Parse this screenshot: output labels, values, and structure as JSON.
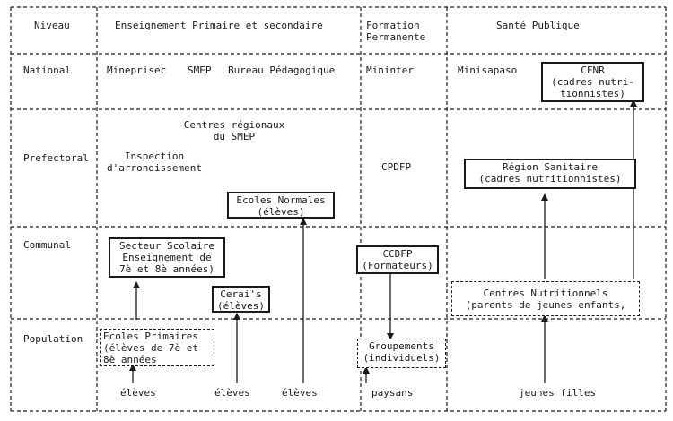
{
  "headers": {
    "niveau": "Niveau",
    "enseignement": "Enseignement Primaire et secondaire",
    "formation": "Formation\nPermanente",
    "sante": "Santé Publique"
  },
  "rows": {
    "national": "National",
    "prefectoral": "Prefectoral",
    "communal": "Communal",
    "population": "Population"
  },
  "national": {
    "minepri": "Mineprisec",
    "smep": "SMEP",
    "bureau": "Bureau Pédagogique",
    "mininter": "Mininter",
    "minisapaso": "Minisapaso",
    "cfnr": "CFNR\n(cadres nutri-\ntionnistes)"
  },
  "prefectoral": {
    "centres": "Centres régionaux\ndu SMEP",
    "inspection": "Inspection\nd'arrondissement",
    "cpdfp": "CPDFP",
    "ecoles_normales": "Ecoles Normales\n(élèves)",
    "region_sanitaire": "Région Sanitaire\n(cadres nutritionnistes)"
  },
  "communal": {
    "secteur": "Secteur Scolaire\nEnseignement de\n7è et 8è années)",
    "cerais": "Cerai's\n(élèves)",
    "ccdfp": "CCDFP\n(Formateurs)",
    "centres_nutri": "Centres Nutritionnels\n(parents de jeunes enfants,"
  },
  "population": {
    "ecoles_primaires": "Ecoles Primaires\n(élèves de 7è et\n8è années",
    "groupements": "Groupements\n(individuels)",
    "eleves1": "élèves",
    "eleves2": "élèves",
    "eleves3": "élèves",
    "paysans": "paysans",
    "jeunes_filles": "jeunes filles"
  }
}
